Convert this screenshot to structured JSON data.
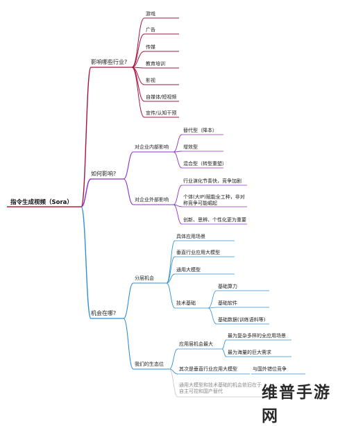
{
  "colors": {
    "root": "#c0193a",
    "impact_industry": "#a6123d",
    "how_impact": "#8b2fc9",
    "opportunity": "#2e8fd6",
    "faded": "#c8c8c8"
  },
  "root": {
    "label": "指令生成视频（Sora）"
  },
  "branches": {
    "industries": {
      "label": "影响哪些行业?",
      "children": [
        "游戏",
        "广告",
        "传媒",
        "教育培训",
        "影视",
        "自媒体/短视频",
        "宣传/认知干预"
      ]
    },
    "how": {
      "label": "如何影响?",
      "internal": {
        "label": "对企业内部影响",
        "children": [
          "替代型（降本）",
          "增效型",
          "混合型（转型重塑）"
        ]
      },
      "external": {
        "label": "对企业外部影响",
        "children": [
          "行业演化节奏快，竞争加剧",
          "个体(大IP)赋能全工种，非对称竞争可能崛起",
          "创新、思辨、个性化更为重要"
        ]
      }
    },
    "opportunity": {
      "label": "机会在哪?",
      "layered": {
        "label": "分层机会",
        "children": [
          "具体应用场景",
          "垂直行业应用大模型",
          "通用大模型"
        ],
        "tech": {
          "label": "技术基础",
          "children": [
            "基础算力",
            "基础软件",
            "基础数据(训练语料等)"
          ]
        }
      },
      "niche": {
        "label": "我们的生态位",
        "app_layer": {
          "label": "应用层机会最大",
          "children": [
            "最为复杂多样的全应用场景",
            "最为海量的巨大需求"
          ]
        },
        "vertical": {
          "label": "其次是垂直行业应用大模型",
          "children": [
            "与国外错位竞争"
          ]
        },
        "note": "通用大模型和技术基础的机会依旧在于自主可控和国产替代"
      }
    }
  },
  "watermark": {
    "text": "维普手游网"
  }
}
